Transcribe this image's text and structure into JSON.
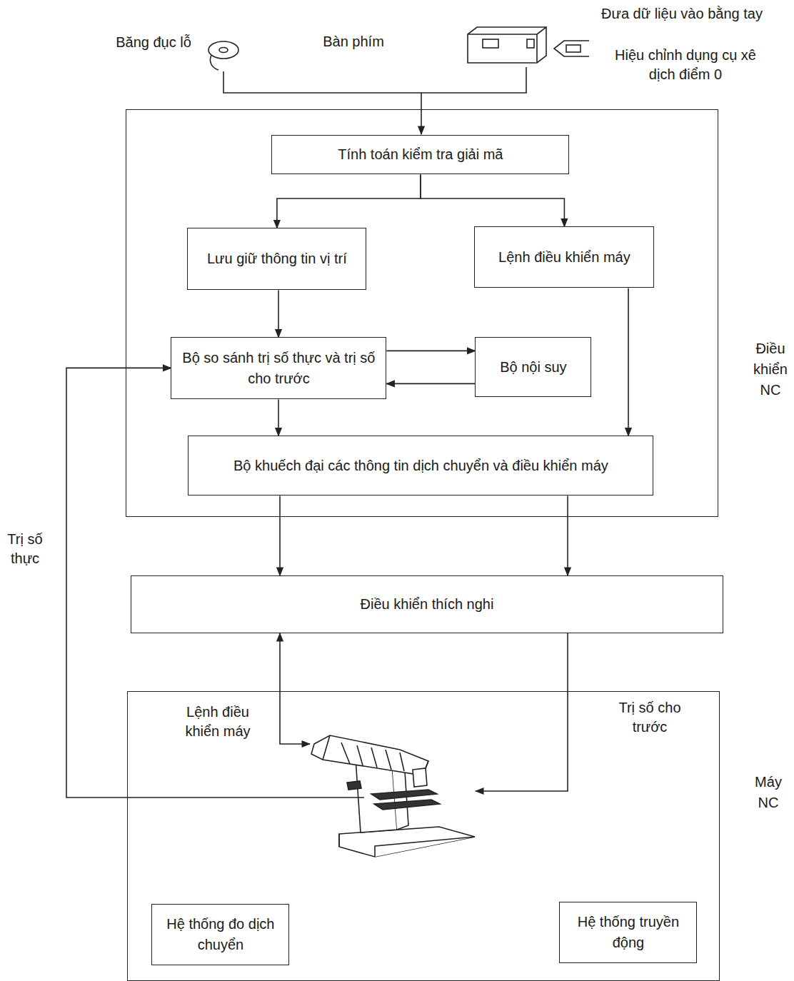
{
  "diagram": {
    "nodes": [
      {
        "text": [
          "Điều khiển NC"
        ]
      },
      {
        "text": [
          "Tính toán kiểm tra giải mã"
        ],
        "in": 0
      },
      {
        "text": [
          "Lưu giữ thông tin vị trí"
        ],
        "in": 0
      },
      {
        "text": [
          "Lệnh điều khiển máy"
        ],
        "in": 0
      },
      {
        "text": [
          "Bộ so sánh trị số thực và trị số cho trước"
        ],
        "in": 0
      },
      {
        "text": [
          "Bộ nội suy"
        ],
        "in": 0
      },
      {
        "text": [
          "Bộ khuếch đại các thông tin dịch chuyển và điều khiển máy"
        ],
        "in": 0
      },
      {
        "text": [
          "Điều khiển thích nghi"
        ]
      },
      {
        "text": [
          "Máy NC"
        ]
      },
      {
        "text": [
          "Hệ thống đo dịch chuyển"
        ],
        "in": 8
      },
      {
        "text": [
          "Hệ thống truyền động"
        ],
        "in": 8
      }
    ],
    "edges": [
      {
        "from": 1,
        "to": 2,
        "arrow": "to"
      },
      {
        "from": 1,
        "to": 3,
        "arrow": "to"
      },
      {
        "from": 2,
        "to": 4,
        "arrow": "to"
      },
      {
        "from": 4,
        "to": 5,
        "arrow": "to"
      },
      {
        "from": 5,
        "to": 4,
        "arrow": "to"
      },
      {
        "from": 4,
        "to": 6,
        "arrow": "to"
      },
      {
        "from": 3,
        "to": 6,
        "arrow": "to"
      },
      {
        "from": 6,
        "to": 7,
        "arrow": "to"
      },
      {
        "from": 6,
        "to": 7,
        "arrow": "to"
      },
      {
        "from": 7,
        "to": 8,
        "arrow": "both",
        "label": "Lệnh điều khiển máy"
      },
      {
        "from": 7,
        "to": 8,
        "arrow": "to",
        "label": "Trị số cho trước"
      },
      {
        "from": 8,
        "to": 4,
        "arrow": "to",
        "label": "Trị số thực"
      }
    ],
    "labels": [
      "Băng đục lỗ",
      "Bàn phím",
      "Đưa dữ liệu vào bằng tay",
      "Hiệu chỉnh dụng cụ xê dịch điểm 0"
    ]
  }
}
